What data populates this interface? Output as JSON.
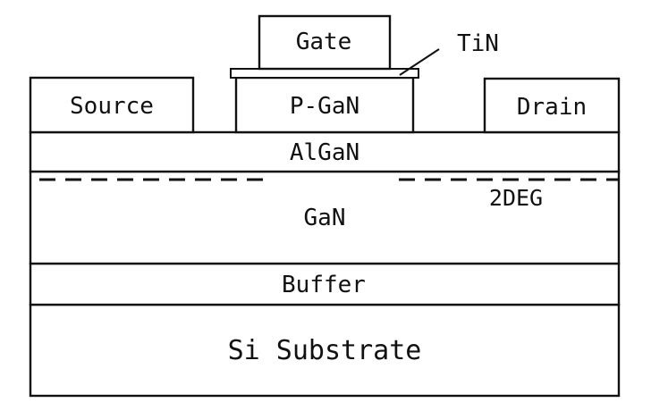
{
  "diagram": {
    "layers": {
      "si_substrate": "Si Substrate",
      "buffer": "Buffer",
      "gan": "GaN",
      "algan": "AlGaN",
      "p_gan": "P-GaN",
      "gate": "Gate"
    },
    "contacts": {
      "source": "Source",
      "drain": "Drain"
    },
    "annotations": {
      "tin": "TiN",
      "two_deg": "2DEG"
    }
  }
}
